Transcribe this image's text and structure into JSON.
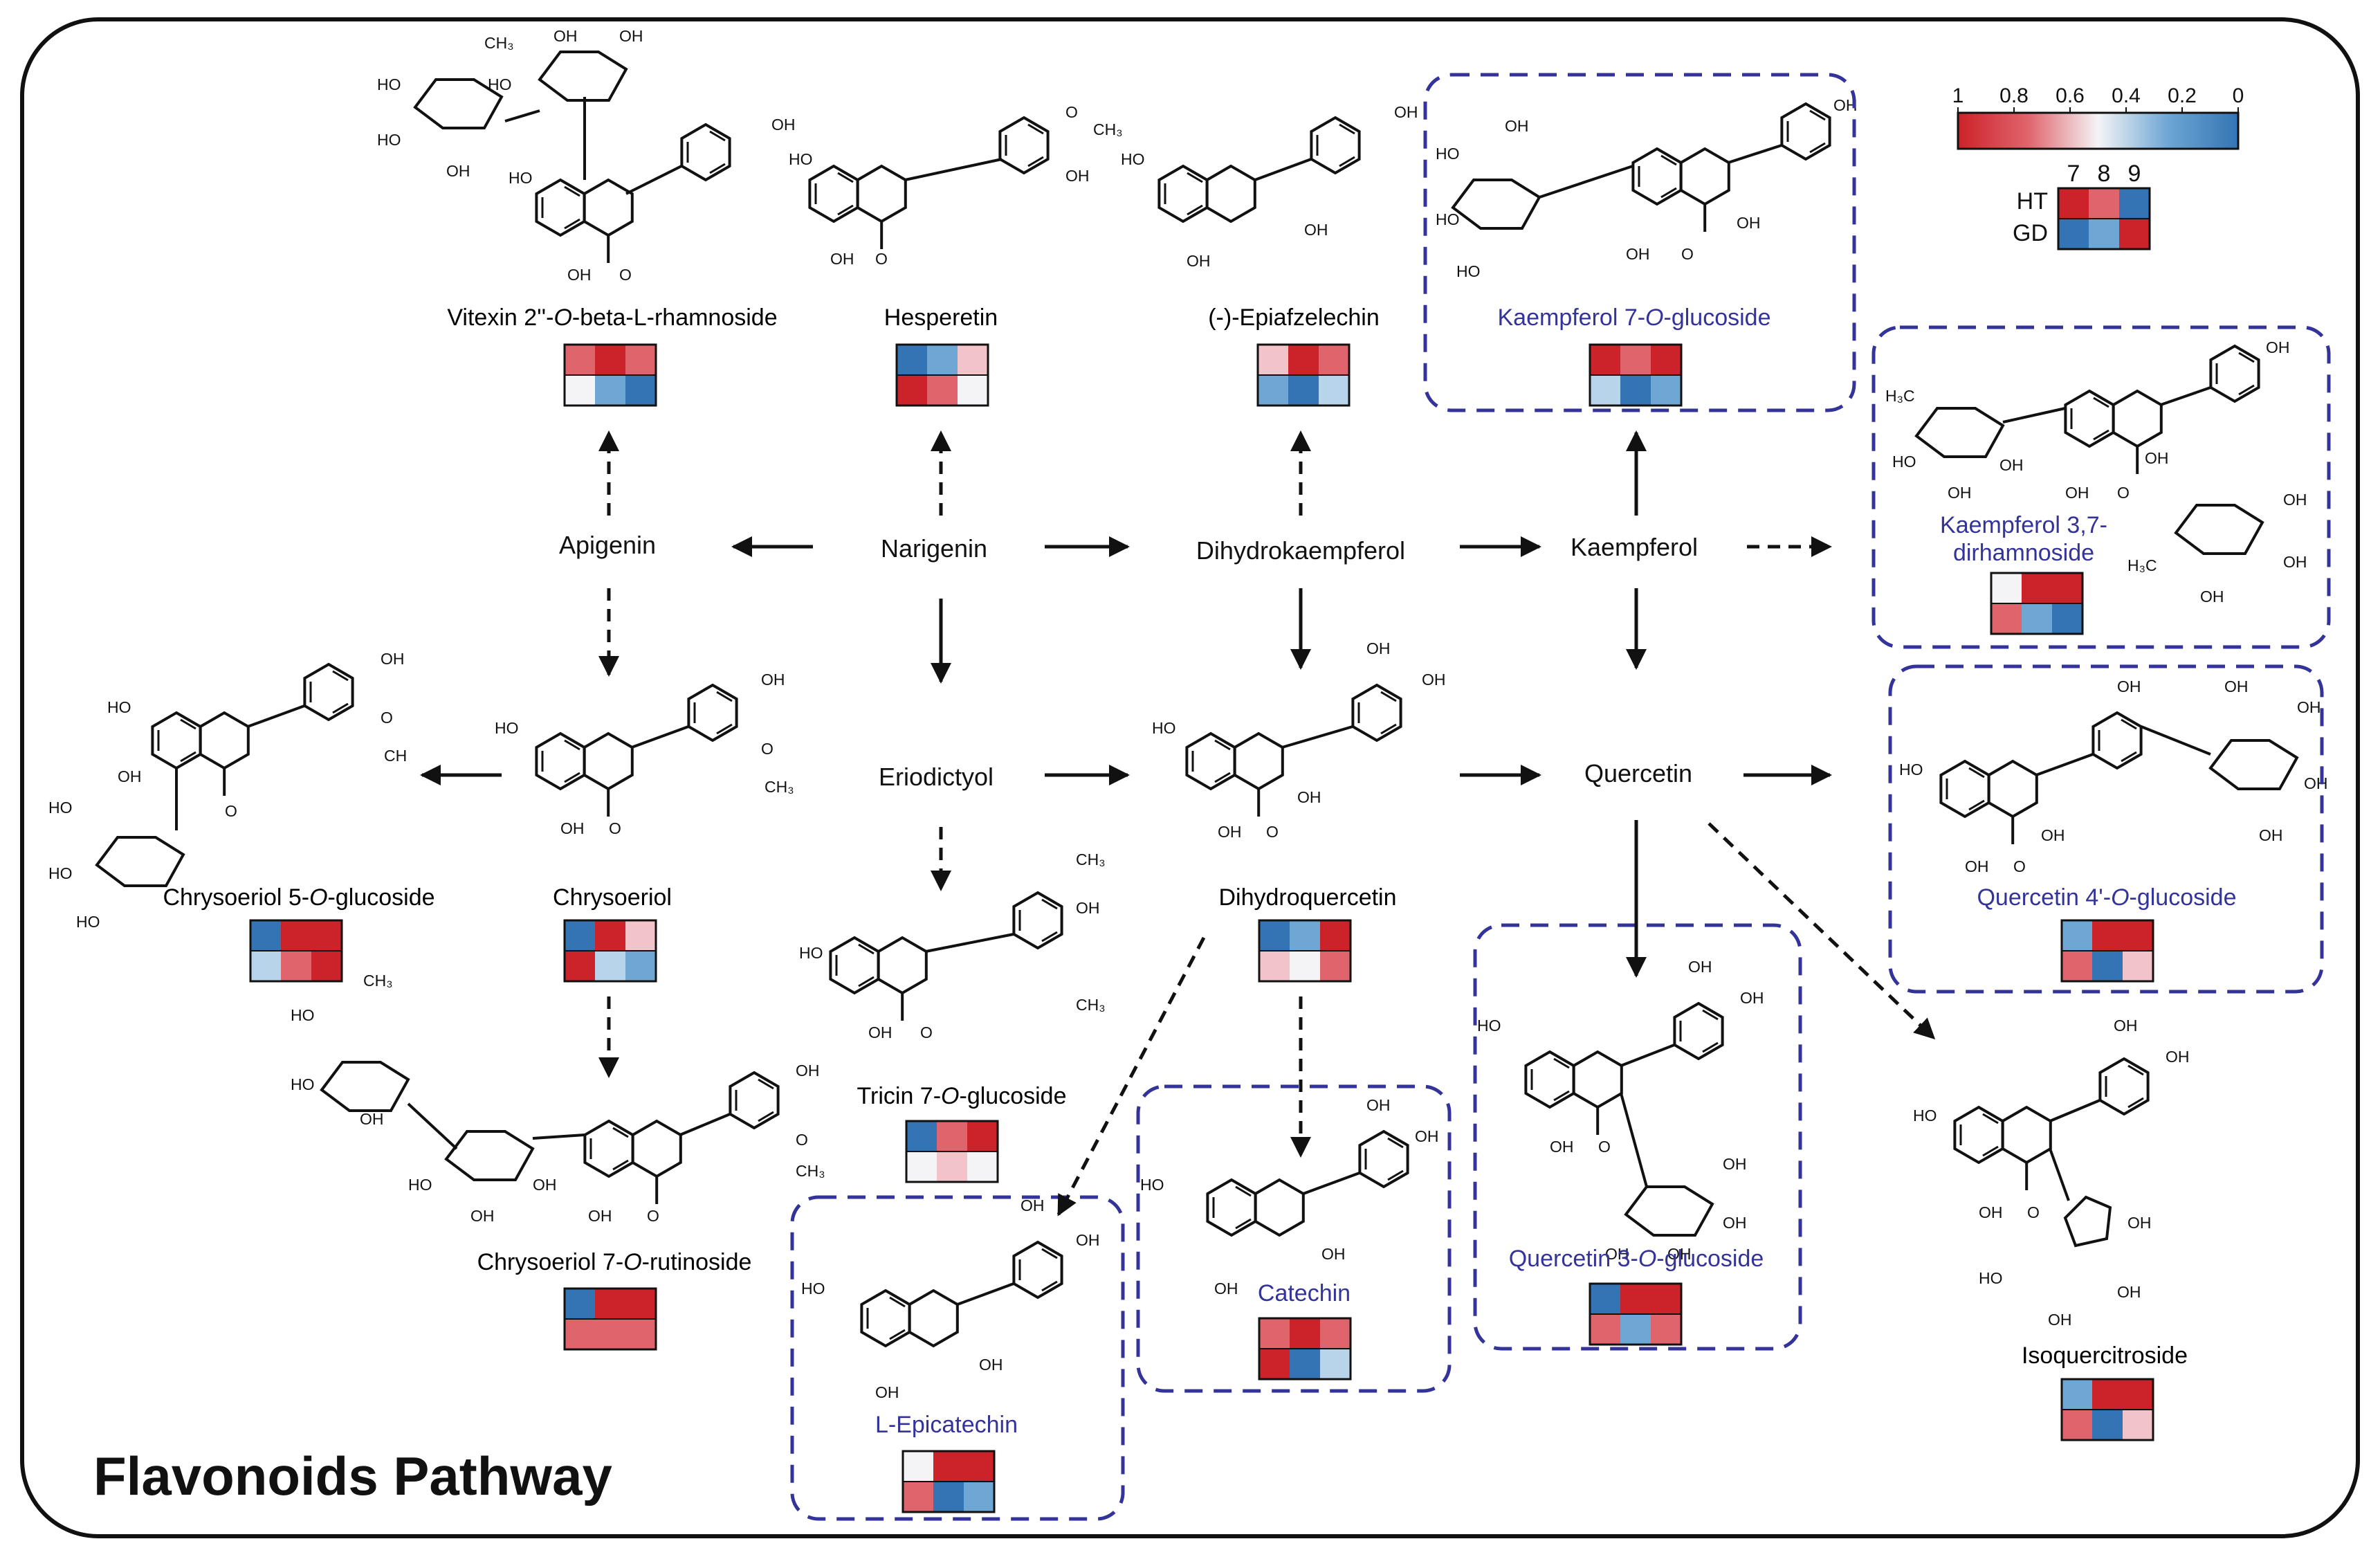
{
  "title": "Flavonoids Pathway",
  "colors": {
    "high": "#cc2229",
    "midhigh": "#e0646c",
    "light_red": "#f2c4c9",
    "neutral": "#f4f4f6",
    "light_blue": "#b7d4ea",
    "midlow": "#6ea6d4",
    "low": "#3474b4",
    "box": "#33339a",
    "text_highlight": "#33339a"
  },
  "legend": {
    "ticks": [
      "1",
      "0.8",
      "0.6",
      "0.4",
      "0.2",
      "0"
    ],
    "cols": [
      "7",
      "8",
      "9"
    ],
    "rows": [
      "HT",
      "GD"
    ],
    "sample": [
      [
        1.0,
        0.75,
        0.1
      ],
      [
        0.1,
        0.25,
        1.0
      ]
    ]
  },
  "nodes": [
    {
      "id": "apigenin",
      "label": "Apigenin"
    },
    {
      "id": "narigenin",
      "label": "Narigenin"
    },
    {
      "id": "dihydrokaempferol",
      "label": "Dihydrokaempferol"
    },
    {
      "id": "kaempferol",
      "label": "Kaempferol"
    },
    {
      "id": "eriodictyol",
      "label": "Eriodictyol"
    },
    {
      "id": "quercetin",
      "label": "Quercetin"
    }
  ],
  "compounds": [
    {
      "id": "vitexin",
      "label": "Vitexin 2''-O-beta-L-rhamnoside",
      "highlight": false,
      "heat": [
        [
          0.8,
          0.95,
          0.7
        ],
        [
          0.5,
          0.15,
          0.05
        ]
      ]
    },
    {
      "id": "hesperetin",
      "label": "Hesperetin",
      "highlight": false,
      "heat": [
        [
          0.05,
          0.25,
          0.65
        ],
        [
          0.95,
          0.75,
          0.5
        ]
      ]
    },
    {
      "id": "epiafzelechin",
      "label": "(-)-Epiafzelechin",
      "highlight": false,
      "heat": [
        [
          0.65,
          0.95,
          0.75
        ],
        [
          0.25,
          0.1,
          0.3
        ]
      ]
    },
    {
      "id": "kaemp7g",
      "label": "Kaempferol 7-O-glucoside",
      "highlight": true,
      "heat": [
        [
          0.95,
          0.7,
          0.9
        ],
        [
          0.35,
          0.05,
          0.15
        ]
      ]
    },
    {
      "id": "kaemp37",
      "label": "Kaempferol 3,7-dirhamnoside",
      "highlight": true,
      "heat": [
        [
          0.5,
          0.9,
          0.95
        ],
        [
          0.7,
          0.15,
          0.05
        ]
      ]
    },
    {
      "id": "chrys5g",
      "label": "Chrysoeriol 5-O-glucoside",
      "highlight": false,
      "heat": [
        [
          0.1,
          0.9,
          0.95
        ],
        [
          0.35,
          0.8,
          0.95
        ]
      ]
    },
    {
      "id": "chrysoeriol",
      "label": "Chrysoeriol",
      "highlight": false,
      "heat": [
        [
          0.05,
          0.95,
          0.65
        ],
        [
          0.9,
          0.35,
          0.2
        ]
      ]
    },
    {
      "id": "tricin",
      "label": "Tricin 7-O-glucoside",
      "highlight": false,
      "heat": [
        [
          0.05,
          0.8,
          0.95
        ],
        [
          0.5,
          0.65,
          0.5
        ]
      ]
    },
    {
      "id": "dihydroq",
      "label": "Dihydroquercetin",
      "highlight": false,
      "heat": [
        [
          0.05,
          0.2,
          0.95
        ],
        [
          0.65,
          0.5,
          0.75
        ]
      ]
    },
    {
      "id": "q4g",
      "label": "Quercetin 4'-O-glucoside",
      "highlight": true,
      "heat": [
        [
          0.2,
          0.9,
          0.95
        ],
        [
          0.75,
          0.05,
          0.6
        ]
      ]
    },
    {
      "id": "chrys7r",
      "label": "Chrysoeriol 7-O-rutinoside",
      "highlight": false,
      "heat": [
        [
          0.05,
          0.95,
          0.9
        ],
        [
          0.7,
          0.75,
          0.75
        ]
      ]
    },
    {
      "id": "catechin",
      "label": "Catechin",
      "highlight": true,
      "heat": [
        [
          0.7,
          0.9,
          0.8
        ],
        [
          0.95,
          0.1,
          0.3
        ]
      ]
    },
    {
      "id": "q3g",
      "label": "Quercetin 3-O-glucoside",
      "highlight": true,
      "heat": [
        [
          0.05,
          0.95,
          0.9
        ],
        [
          0.8,
          0.2,
          0.7
        ]
      ]
    },
    {
      "id": "epicatechin",
      "label": "L-Epicatechin",
      "highlight": true,
      "heat": [
        [
          0.45,
          0.9,
          0.95
        ],
        [
          0.8,
          0.1,
          0.25
        ]
      ]
    },
    {
      "id": "isoquer",
      "label": "Isoquercitroside",
      "highlight": false,
      "heat": [
        [
          0.15,
          0.9,
          0.95
        ],
        [
          0.8,
          0.05,
          0.65
        ]
      ]
    }
  ]
}
